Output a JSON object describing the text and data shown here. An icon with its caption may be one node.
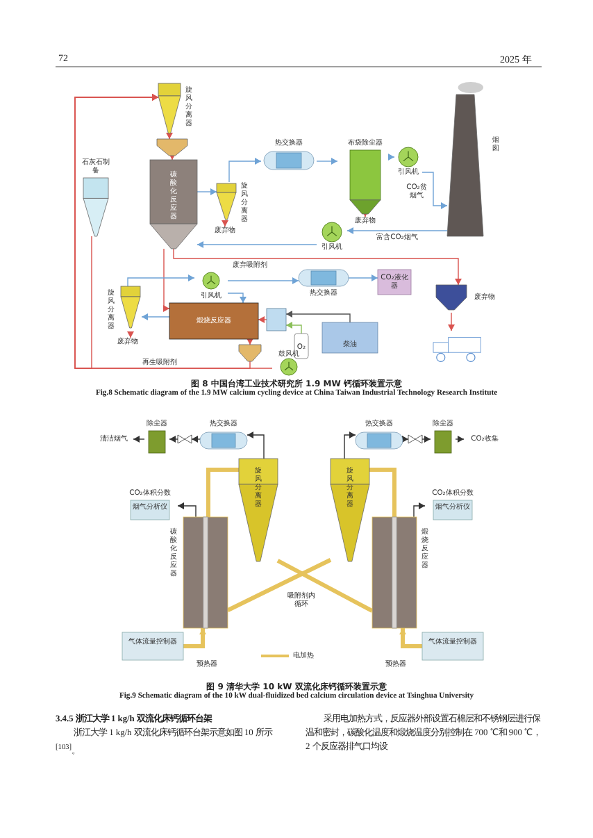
{
  "diagram": {
    "nodes": [
      {
        "text": [
          "旋风分离器"
        ]
      },
      {
        "text": [],
        "shape": "hopper"
      },
      {
        "text": [
          "碳酸化反应器"
        ]
      },
      {
        "text": [
          "石灰石制备"
        ]
      },
      {
        "text": [
          "旋风分离器"
        ]
      },
      {
        "text": [
          "废弃物"
        ]
      },
      {
        "text": [
          "热交换器"
        ]
      },
      {
        "text": [
          "布袋除尘器"
        ]
      },
      {
        "text": [
          "废弃物"
        ]
      },
      {
        "text": [
          "引风机"
        ]
      },
      {
        "text": [
          "烟囱"
        ]
      },
      {
        "text": [
          "引风机"
        ]
      },
      {
        "text": [
          "引风机"
        ]
      },
      {
        "text": [
          "热交换器"
        ]
      },
      {
        "text": [
          "CO₂液化器"
        ]
      },
      {
        "text": [
          "旋风分离器"
        ]
      },
      {
        "text": [
          "废弃物"
        ]
      },
      {
        "text": [
          "煅烧反应器"
        ]
      },
      {
        "text": [],
        "shape": "box"
      },
      {
        "text": [
          "O₂"
        ]
      },
      {
        "text": [
          "柴油"
        ]
      },
      {
        "text": [
          "废弃物"
        ]
      },
      {
        "text": [],
        "shape": "truck"
      },
      {
        "text": [],
        "shape": "hopper"
      },
      {
        "text": [
          "鼓风机"
        ]
      },
      {
        "text": [
          "清洁烟气"
        ]
      },
      {
        "text": [
          "除尘器"
        ]
      },
      {
        "text": [],
        "shape": "valve"
      },
      {
        "text": [
          "热交换器"
        ]
      },
      {
        "text": [
          "旋风分离器"
        ]
      },
      {
        "text": [
          "旋风分离器"
        ]
      },
      {
        "text": [
          "热交换器"
        ]
      },
      {
        "text": [],
        "shape": "valve"
      },
      {
        "text": [
          "除尘器"
        ]
      },
      {
        "text": [
          "CO₂收集"
        ]
      },
      {
        "text": [
          "CO₂体积分数",
          "烟气分析仪"
        ]
      },
      {
        "text": [
          "碳酸化反应器"
        ]
      },
      {
        "text": [
          "CO₂体积分数",
          "烟气分析仪"
        ]
      },
      {
        "text": [
          "煅烧反应器"
        ]
      },
      {
        "text": [
          "气体流量控制器"
        ]
      },
      {
        "text": [
          "气体流量控制器"
        ]
      }
    ],
    "edges": [
      {
        "from": 0,
        "to": 1,
        "arrow": "to"
      },
      {
        "from": 1,
        "to": 2,
        "arrow": "to"
      },
      {
        "from": 2,
        "to": 4,
        "arrow": "to",
        "color": "#6fa3d6"
      },
      {
        "from": 4,
        "to": 5,
        "arrow": "to"
      },
      {
        "from": 4,
        "to": 6,
        "arrow": "to",
        "color": "#6fa3d6"
      },
      {
        "from": 6,
        "to": 7,
        "arrow": "to",
        "color": "#6fa3d6"
      },
      {
        "from": 7,
        "to": 8,
        "arrow": "to"
      },
      {
        "from": 7,
        "to": 9,
        "arrow": "to",
        "color": "#6fa3d6"
      },
      {
        "from": 9,
        "to": 10,
        "arrow": "to",
        "label": "CO₂贫烟气",
        "color": "#6fa3d6"
      },
      {
        "from": 10,
        "to": 11,
        "arrow": "to",
        "label": "富含CO₂烟气",
        "color": "#6fa3d6"
      },
      {
        "from": 11,
        "to": 2,
        "arrow": "to",
        "color": "#6fa3d6"
      },
      {
        "from": 2,
        "to": 21,
        "arrow": "to",
        "label": "废弃吸附剂"
      },
      {
        "from": 2,
        "to": 17,
        "arrow": "to"
      },
      {
        "from": 21,
        "to": 22,
        "arrow": "to"
      },
      {
        "from": 17,
        "to": 15,
        "arrow": "to",
        "color": "#6fa3d6"
      },
      {
        "from": 15,
        "to": 16,
        "arrow": "to"
      },
      {
        "from": 15,
        "to": 12,
        "arrow": "to",
        "color": "#6fa3d6"
      },
      {
        "from": 12,
        "to": 13,
        "arrow": "to",
        "color": "#6fa3d6"
      },
      {
        "from": 13,
        "to": 14,
        "arrow": "to",
        "color": "#6fa3d6"
      },
      {
        "from": 12,
        "to": 17,
        "arrow": "to",
        "color": "#6fa3d6"
      },
      {
        "from": 18,
        "to": 17,
        "arrow": "to"
      },
      {
        "from": 19,
        "to": 18,
        "arrow": "to",
        "color": "#8bbf5a"
      },
      {
        "from": 20,
        "to": 18,
        "arrow": "to",
        "color": "#555555"
      },
      {
        "from": 17,
        "to": 23,
        "arrow": "to"
      },
      {
        "from": 24,
        "to": 0,
        "arrow": "to",
        "label": "再生吸附剂"
      },
      {
        "from": 23,
        "to": 0,
        "arrow": "to"
      },
      {
        "from": 3,
        "to": 0,
        "arrow": "to"
      },
      {
        "from": 29,
        "to": 28,
        "arrow": "to",
        "color": "#333333"
      },
      {
        "from": 28,
        "to": 27,
        "arrow": "to",
        "color": "#333333"
      },
      {
        "from": 27,
        "to": 26,
        "arrow": "to",
        "color": "#333333"
      },
      {
        "from": 26,
        "to": 25,
        "arrow": "to",
        "color": "#333333"
      },
      {
        "from": 30,
        "to": 31,
        "arrow": "to",
        "color": "#333333"
      },
      {
        "from": 31,
        "to": 32,
        "arrow": "to",
        "color": "#333333"
      },
      {
        "from": 32,
        "to": 33,
        "arrow": "to",
        "color": "#333333"
      },
      {
        "from": 33,
        "to": 34,
        "arrow": "to",
        "color": "#333333"
      },
      {
        "from": 36,
        "to": 29,
        "arrow": "none",
        "style": "thick",
        "color": "#e6c35c"
      },
      {
        "from": 38,
        "to": 30,
        "arrow": "none",
        "style": "thick",
        "color": "#e6c35c"
      },
      {
        "from": 29,
        "to": 38,
        "arrow": "none",
        "style": "thick",
        "color": "#e6c35c"
      },
      {
        "from": 30,
        "to": 36,
        "arrow": "none",
        "style": "thick",
        "color": "#e6c35c"
      },
      {
        "from": 36,
        "to": 35,
        "arrow": "to",
        "color": "#333333"
      },
      {
        "from": 38,
        "to": 37,
        "arrow": "to",
        "color": "#333333"
      },
      {
        "from": 39,
        "to": 36,
        "arrow": "to",
        "style": "thick",
        "color": "#e6c35c"
      },
      {
        "from": 40,
        "to": 38,
        "arrow": "to",
        "style": "thick",
        "color": "#e6c35c"
      }
    ],
    "labels": [
      "72",
      "2025 年",
      "图 8 中国台湾工业技术研究所 1.9 MW 钙循环装置示意",
      "Fig.8 Schematic diagram of the 1.9 MW calcium cycling device at China Taiwan Industrial Technology Research Institute",
      "吸附剂内循环",
      "预热器",
      "预热器",
      "图 9 清华大学 10 kW 双流化床钙循环装置示意",
      "Fig.9 Schematic diagram of the 10 kW dual-fluidized bed calcium circulation device at Tsinghua University",
      "3.4.5 浙江大学 1 kg/h 双流化床钙循环台架",
      "浙江大学 1 kg/h 双流化床钙循环台架示意如图 10 所示$^{[103]}$。",
      "采用电加热方式，反应器外部设置石棉层和不锈钢层进行保温和密封，碳酸化温度和煅烧温度分别控制在 700 ℃和 900 ℃，2 个反应器排气口均设"
    ],
    "legend": [
      {
        "text": "电加热"
      }
    ]
  }
}
